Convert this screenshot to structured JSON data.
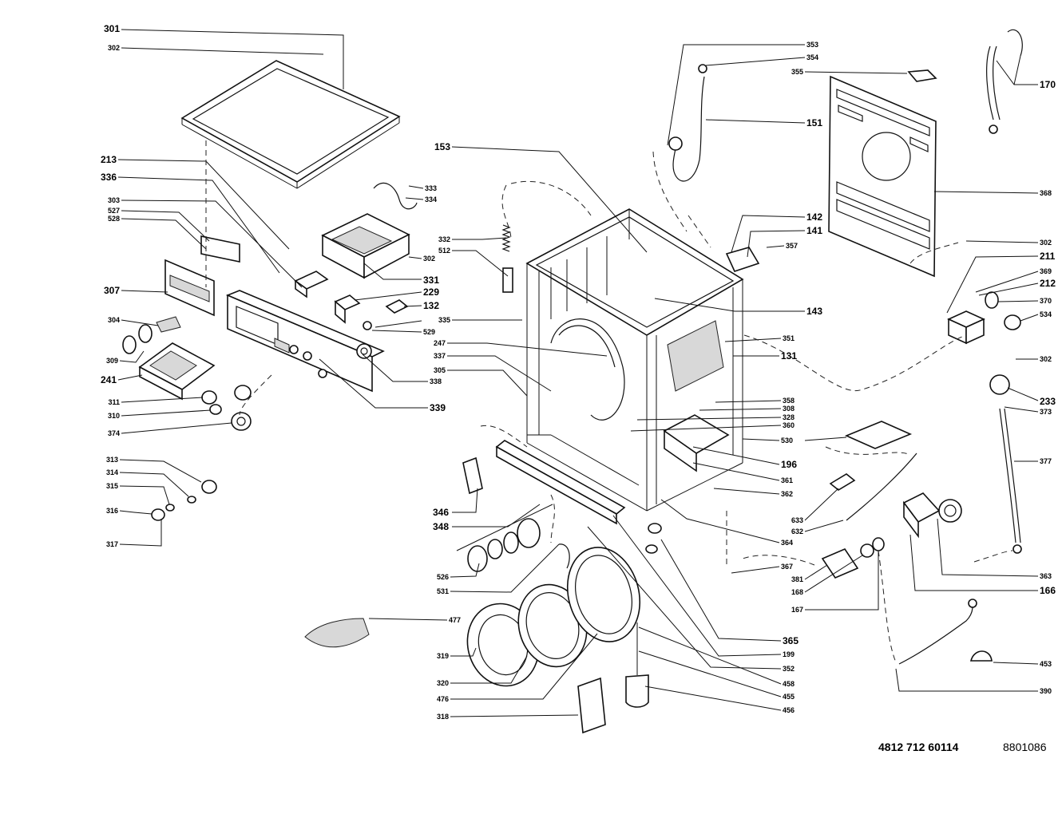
{
  "footer": {
    "part_number": "4812 712 60114",
    "drawing_number": "8801086"
  },
  "callouts": [
    "301",
    "302",
    "213",
    "336",
    "303",
    "527",
    "528",
    "307",
    "304",
    "309",
    "241",
    "311",
    "310",
    "374",
    "313",
    "314",
    "315",
    "316",
    "317",
    "333",
    "334",
    "332",
    "512",
    "331",
    "229",
    "132",
    "529",
    "335",
    "247",
    "337",
    "305",
    "338",
    "339",
    "153",
    "353",
    "354",
    "355",
    "151",
    "142",
    "141",
    "357",
    "143",
    "351",
    "131",
    "358",
    "308",
    "328",
    "360",
    "530",
    "196",
    "361",
    "362",
    "364",
    "367",
    "381",
    "168",
    "167",
    "365",
    "199",
    "352",
    "458",
    "455",
    "456",
    "346",
    "348",
    "526",
    "531",
    "477",
    "319",
    "320",
    "476",
    "318",
    "170",
    "368",
    "211",
    "369",
    "212",
    "370",
    "534",
    "233",
    "373",
    "377",
    "633",
    "632",
    "363",
    "166",
    "453",
    "390"
  ]
}
